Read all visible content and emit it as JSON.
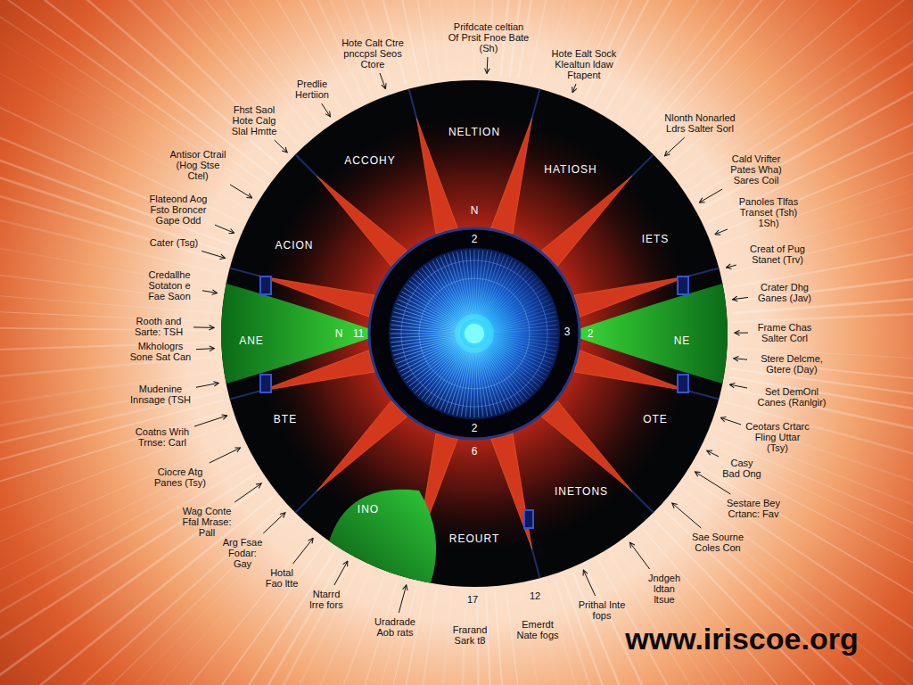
{
  "diagram": {
    "labels": [
      "NELTION",
      "HATIOSH",
      "IETS",
      "NE",
      "OTE",
      "INETONS",
      "REOURT",
      "INO",
      "BTE",
      "ANE",
      "ACION",
      "ACCOHY",
      "N",
      "2",
      "3",
      "2",
      "2",
      "6",
      "N",
      "11",
      "Prifdcate celtian Of Prsit Fnoe Bate (Sh)",
      "Hote Calt Ctre pnccpsl Seos Ctore",
      "Predlie Hertiion",
      "Fhst Saol Hote Calg Slal Hmtte",
      "Antisor Ctrail (Hog Stse Ctel)",
      "Flateond Aog Fsto Broncer Gape Odd",
      "Cater (Tsg)",
      "Credallhe Sotaton e Fae Saon",
      "Rooth and Sarte: TSH",
      "Mkhologrs Sone Sat Can",
      "Mudenine Innsage (TSH",
      "Coatns Wrih Trnse: Carl",
      "Ciocre Atg Panes (Tsy)",
      "Wag Conte Ffal Mrase: Pall",
      "Arg Fsae Fodar: Gay",
      "Hotal Fao ltte",
      "Ntarrd lrre fors",
      "Uradrade Aob rats",
      "17",
      "Frarand Sark t8",
      "12",
      "Emerdt Nate fogs",
      "Prithal Inte fops",
      "Jndgeh ldtan ltsue",
      "Sae Sourne Coles Con",
      "Sestare Bey Crtanc: Fav",
      "Casy Bad Ong",
      "Ceotars Crtarc Fling Uttar (Tsy)",
      "Set DemOnl Canes (Ranlgir)",
      "Stere Delcme, Gtere (Day)",
      "Frame Chas Salter Corl",
      "Crater Dhg Ganes (Jav)",
      "Creat of Pug Stanet (Trv)",
      "Panoles Tlfas Transet (Tsh) 1Sh)",
      "Cald Vrifter Pates Wha) Sares Coil",
      "Nlonth Nonarled Ldrs Salter Sorl",
      "Hote Ealt Sock Klealtun ldaw Ftapent",
      "www.iriscoe.org"
    ]
  }
}
